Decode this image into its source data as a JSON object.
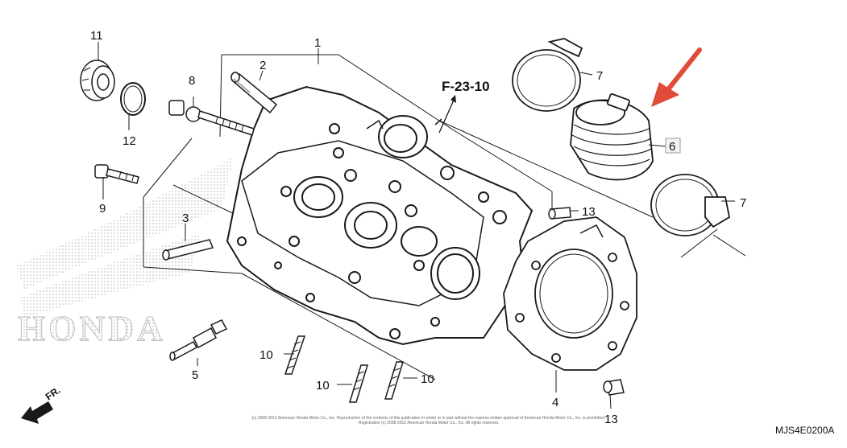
{
  "diagram": {
    "reference_link": "F-23-10",
    "direction_label": "FR.",
    "diagram_code": "MJS4E0200A",
    "watermark_brand": "HONDA",
    "copyright_line1": "(c) 2008-2012 American Honda Motor Co., Inc. Reproduction of the contents of this publication in whole or in part without the express written approval of American Honda Motor Co., Inc. is prohibited.",
    "copyright_line2": "Registration (c) 2008-2012 American Honda Motor Co., Inc. All rights reserved.",
    "callouts": [
      {
        "id": "1",
        "label": "1"
      },
      {
        "id": "2",
        "label": "2"
      },
      {
        "id": "3",
        "label": "3"
      },
      {
        "id": "4",
        "label": "4"
      },
      {
        "id": "5",
        "label": "5"
      },
      {
        "id": "6",
        "label": "6"
      },
      {
        "id": "7a",
        "label": "7"
      },
      {
        "id": "7b",
        "label": "7"
      },
      {
        "id": "8",
        "label": "8"
      },
      {
        "id": "9",
        "label": "9"
      },
      {
        "id": "10a",
        "label": "10"
      },
      {
        "id": "10b",
        "label": "10"
      },
      {
        "id": "10c",
        "label": "10"
      },
      {
        "id": "11",
        "label": "11"
      },
      {
        "id": "12",
        "label": "12"
      },
      {
        "id": "13a",
        "label": "13"
      },
      {
        "id": "13b",
        "label": "13"
      }
    ],
    "colors": {
      "line": "#1a1a1a",
      "highlight_arrow": "#e14b3a",
      "watermark": "#c8c8c8"
    }
  }
}
